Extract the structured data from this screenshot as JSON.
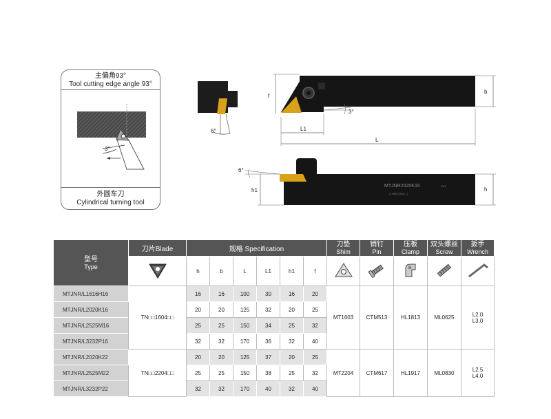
{
  "card": {
    "title_zh": "主偏角93°",
    "title_en": "Tool cutting edge angle 93°",
    "footer_zh": "外圆车刀",
    "footer_en": "Cylindrical turning tool",
    "angle_label": "3°"
  },
  "drawing": {
    "dim_f": "f",
    "dim_b": "b",
    "dim_l1": "L1",
    "dim_l": "L",
    "dim_h1": "h1",
    "dim_h": "h",
    "angle_3": "3°",
    "angle_6_top": "6°",
    "angle_6_side": "6°",
    "engraving_model": "MTJNR2020K16",
    "engraving_small": "XXX",
    "engraving_line2": "(TNMG1604...)"
  },
  "table": {
    "type_zh": "型号",
    "type_en": "Type",
    "blade_label": "刀片Blade",
    "spec_label": "规格 Specification",
    "shim_zh": "刀垫",
    "shim_en": "Shim",
    "pin_zh": "销钉",
    "pin_en": "Pin",
    "clamp_zh": "压板",
    "clamp_en": "Clamp",
    "screw_zh": "双头螺丝",
    "screw_en": "Screw",
    "wrench_zh": "扳手",
    "wrench_en": "Wrench",
    "spec_cols": [
      "h",
      "b",
      "L",
      "L1",
      "h1",
      "f"
    ],
    "group1": {
      "blade": "TN□□1604□□",
      "shim": "MT1603",
      "pin": "CTM513",
      "clamp": "HL1813",
      "screw": "ML0625",
      "wrench_a": "L2.0",
      "wrench_b": "L3.0",
      "rows": [
        {
          "type": "MTJNR/L1616H16",
          "h": "16",
          "b": "16",
          "L": "100",
          "L1": "30",
          "h1": "16",
          "f": "20"
        },
        {
          "type": "MTJNR/L2020K16",
          "h": "20",
          "b": "20",
          "L": "125",
          "L1": "32",
          "h1": "20",
          "f": "25"
        },
        {
          "type": "MTJNR/L2525M16",
          "h": "25",
          "b": "25",
          "L": "150",
          "L1": "34",
          "h1": "25",
          "f": "32"
        },
        {
          "type": "MTJNR/L3232P16",
          "h": "32",
          "b": "32",
          "L": "170",
          "L1": "36",
          "h1": "32",
          "f": "40"
        }
      ]
    },
    "group2": {
      "blade": "TN□□2204□□",
      "shim": "MT2204",
      "pin": "CTM617",
      "clamp": "HL1917",
      "screw": "ML0830",
      "wrench_a": "L2.5",
      "wrench_b": "L4.0",
      "rows": [
        {
          "type": "MTJNR/L2020K22",
          "h": "20",
          "b": "20",
          "L": "125",
          "L1": "37",
          "h1": "20",
          "f": "25"
        },
        {
          "type": "MTJNR/L2525M22",
          "h": "25",
          "b": "25",
          "L": "150",
          "L1": "38",
          "h1": "25",
          "f": "32"
        },
        {
          "type": "MTJNR/L3232P22",
          "h": "32",
          "b": "32",
          "L": "170",
          "L1": "40",
          "h1": "32",
          "f": "40"
        }
      ]
    },
    "colors": {
      "header": "#555555",
      "light": "#e3e3e3",
      "type_cell": "#d2d2d2",
      "insert": "#d9a21b"
    },
    "icons": [
      "triangle-insert-icon",
      "shim-icon",
      "pin-icon",
      "clamp-icon",
      "screw-icon",
      "wrench-icon"
    ]
  }
}
